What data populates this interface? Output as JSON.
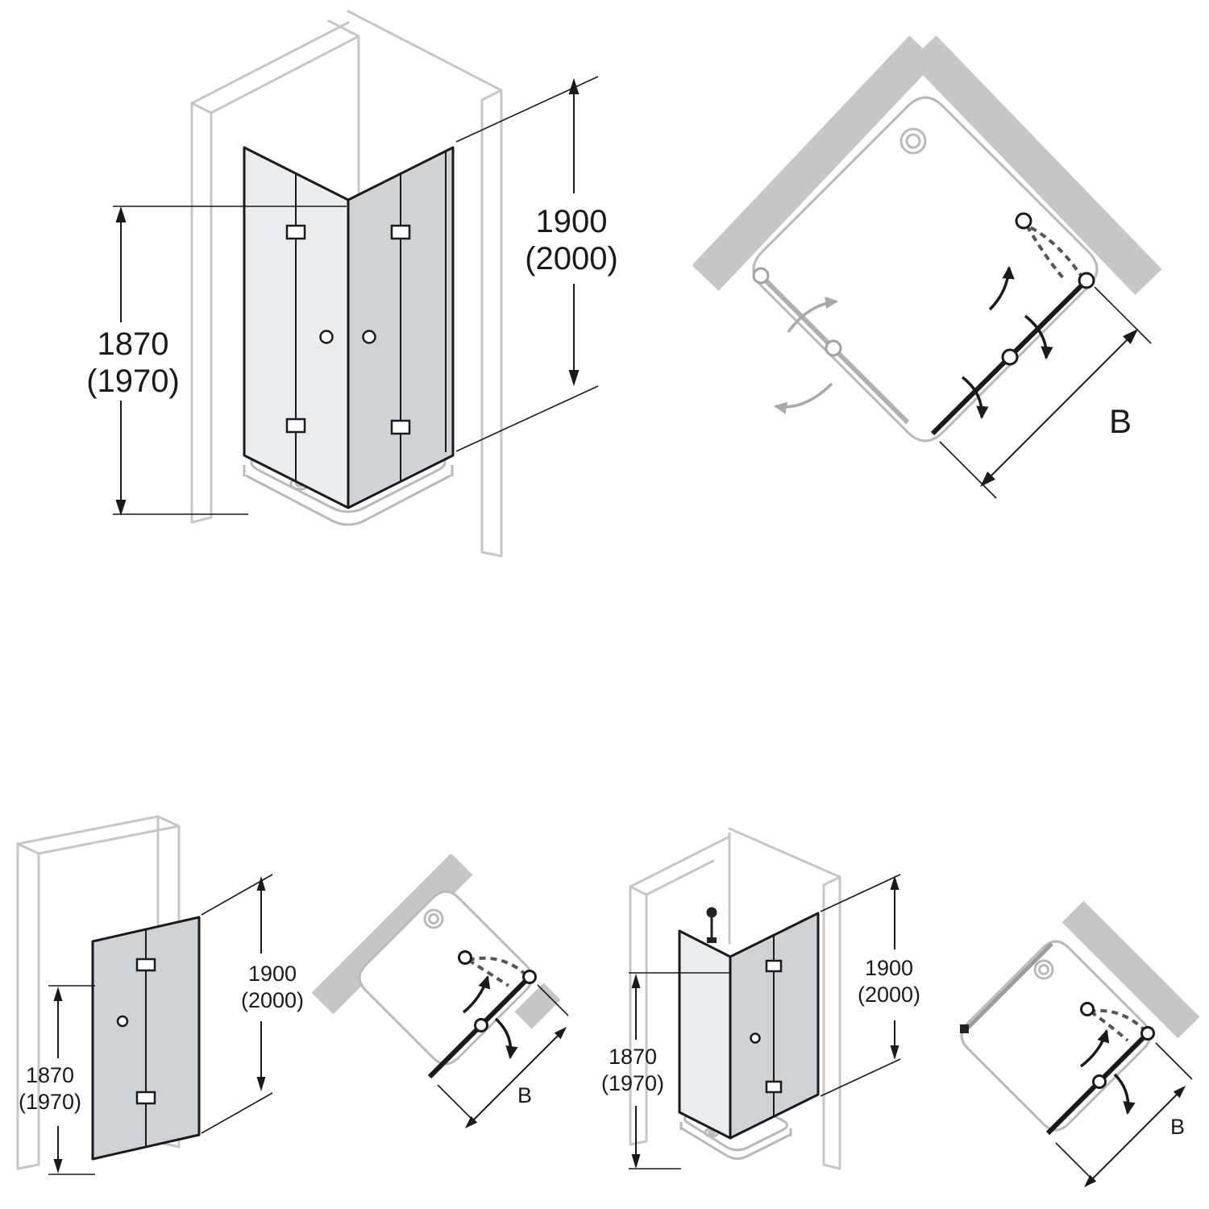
{
  "colors": {
    "wall_gray": "#c6c6c6",
    "tray_outline_gray": "#b9b9b9",
    "line_black": "#1a1a1a",
    "glass_light": "#e9edef",
    "glass_dark": "#cdd3d7"
  },
  "diagrams": {
    "corner_entry_isometric": {
      "height_left_primary": "1870",
      "height_left_alt": "(1970)",
      "height_right_primary": "1900",
      "height_right_alt": "(2000)"
    },
    "corner_entry_plan": {
      "width_label": "B"
    },
    "single_door_isometric": {
      "height_left_primary": "1870",
      "height_left_alt": "(1970)",
      "height_right_primary": "1900",
      "height_right_alt": "(2000)"
    },
    "single_door_plan": {
      "width_label": "B"
    },
    "door_side_panel_isometric": {
      "height_left_primary": "1870",
      "height_left_alt": "(1970)",
      "height_right_primary": "1900",
      "height_right_alt": "(2000)"
    },
    "door_side_panel_plan": {
      "width_label": "B"
    }
  }
}
